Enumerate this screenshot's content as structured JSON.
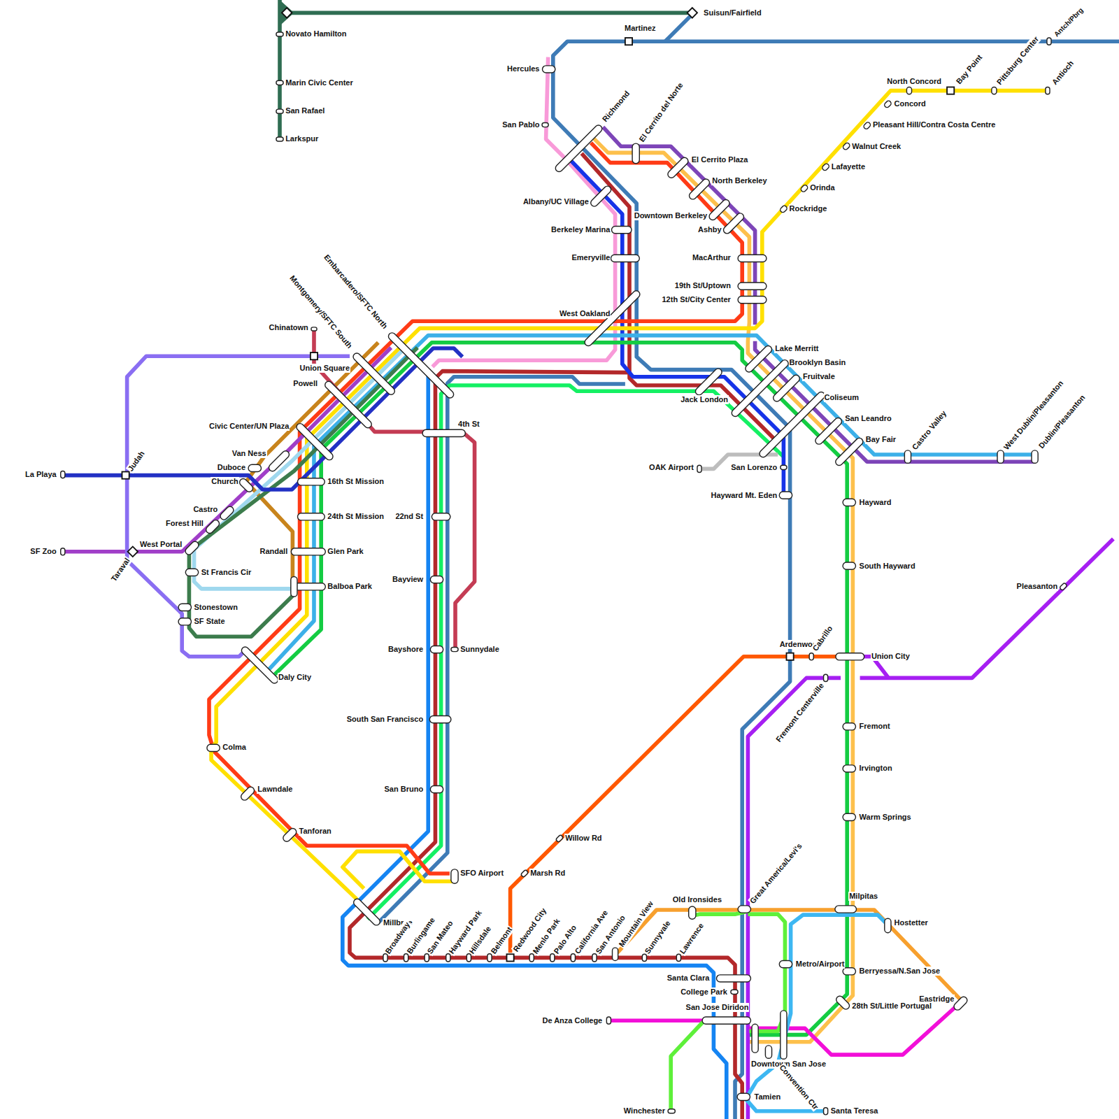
{
  "diagram": {
    "labels": [
      "Suisun/Fairfield",
      "Martinez",
      "Antch/Pbrg",
      "Novato Hamilton",
      "Marin Civic Center",
      "San Rafael",
      "Larkspur",
      "Hercules",
      "San Pablo",
      "Richmond",
      "El Cerrito del Norte",
      "El Cerrito Plaza",
      "North Berkeley",
      "Albany/UC Village",
      "Downtown Berkeley",
      "Ashby",
      "Berkeley Marina",
      "Emeryville",
      "MacArthur",
      "19th St/Uptown",
      "12th St/City Center",
      "West Oakland",
      "North Concord",
      "Bay Point",
      "Pittsburg Center",
      "Antioch",
      "Concord",
      "Pleasant Hill/Contra Costa Centre",
      "Walnut Creek",
      "Lafayette",
      "Orinda",
      "Rockridge",
      "Lake Merritt",
      "Brooklyn Basin",
      "Fruitvale",
      "Coliseum",
      "San Leandro",
      "Bay Fair",
      "Castro Valley",
      "West Dublin/Pleasanton",
      "Dublin/Pleasanton",
      "Jack London",
      "OAK Airport",
      "San Lorenzo",
      "Hayward Mt. Eden",
      "Hayward",
      "South Hayward",
      "Pleasanton",
      "Ardenwood",
      "Cabrillo",
      "Union City",
      "Fremont Centerville",
      "Fremont",
      "Irvington",
      "Warm Springs",
      "Milpitas",
      "Great America/Levi's",
      "Old Ironsides",
      "Hostetter",
      "Metro/Airport",
      "Berryessa/N.San Jose",
      "Eastridge",
      "28th St/Little Portugal",
      "Santa Clara",
      "College Park",
      "San Jose Diridon",
      "De Anza College",
      "Downtown San Jose",
      "Convention Ctr",
      "Tamien",
      "Winchester",
      "Santa Teresa",
      "Chinatown",
      "Union Square",
      "Powell",
      "Montgomery/SFTC South",
      "Embarcadero/SFTC North",
      "Civic Center/UN Plaza",
      "4th St",
      "Van Ness",
      "Duboce",
      "Church",
      "Judah",
      "La Playa",
      "16th St Mission",
      "24th St Mission",
      "22nd St",
      "Castro",
      "Forest Hill",
      "West Portal",
      "SF Zoo",
      "Taraval",
      "Randall",
      "Glen Park",
      "St Francis Cir",
      "Bayview",
      "Balboa Park",
      "Stonestown",
      "SF State",
      "Bayshore",
      "Sunnydale",
      "Daly City",
      "South San Francisco",
      "Colma",
      "San Bruno",
      "Lawndale",
      "Tanforan",
      "Willow Rd",
      "SFO Airport",
      "Marsh Rd",
      "Millbrae",
      "Broadway",
      "Burlingame",
      "San Mateo",
      "Hayward Park",
      "Hillsdale",
      "Belmont",
      "Redwood City",
      "Menlo Park",
      "Palo Alto",
      "California Ave",
      "San Antonio",
      "Mountain View",
      "Sunnyvale",
      "Lawrence"
    ]
  }
}
